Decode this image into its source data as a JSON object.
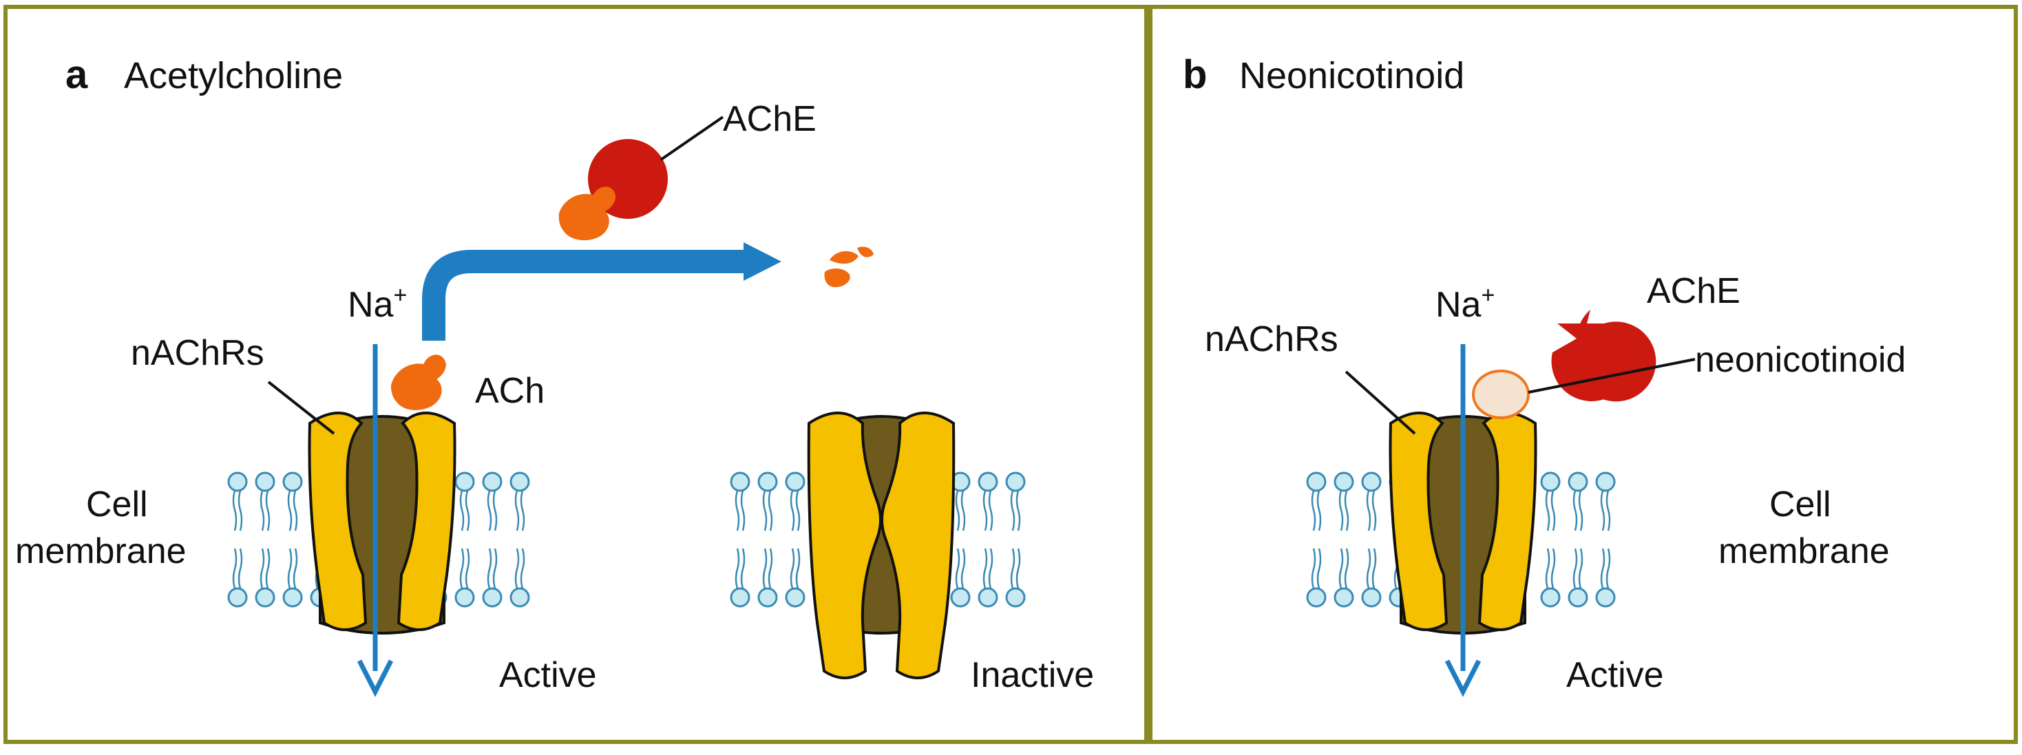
{
  "panels": {
    "a": {
      "letter": "a",
      "title": "Acetylcholine",
      "label_ache": "AChE",
      "label_na": "Na",
      "label_na_sup": "+",
      "label_receptor": "nAChRs",
      "label_ach": "ACh",
      "label_membrane_line1": "Cell",
      "label_membrane_line2": "membrane",
      "label_active": "Active",
      "label_inactive": "Inactive"
    },
    "b": {
      "letter": "b",
      "title": "Neonicotinoid",
      "label_ache": "AChE",
      "label_na": "Na",
      "label_na_sup": "+",
      "label_receptor": "nAChRs",
      "label_neonic": "neonicotinoid",
      "label_membrane_line1": "Cell",
      "label_membrane_line2": "membrane",
      "label_active": "Active"
    }
  },
  "colors": {
    "border": "#8a8a22",
    "receptor_outer": "#f5c000",
    "receptor_core": "#6e5a1c",
    "arrow": "#1f7ec2",
    "ache": "#cc1a10",
    "ach": "#f06a10",
    "lipid_head": "#c7e9f2",
    "lipid_stroke": "#3b8bb5",
    "neonic_fill": "#f6e4d2",
    "neonic_stroke": "#f07820"
  },
  "icons": [
    "ache-enzyme-icon",
    "ach-molecule-icon",
    "receptor-channel-icon",
    "lipid-bilayer-icon",
    "flow-arrow-icon",
    "neonicotinoid-molecule-icon"
  ]
}
